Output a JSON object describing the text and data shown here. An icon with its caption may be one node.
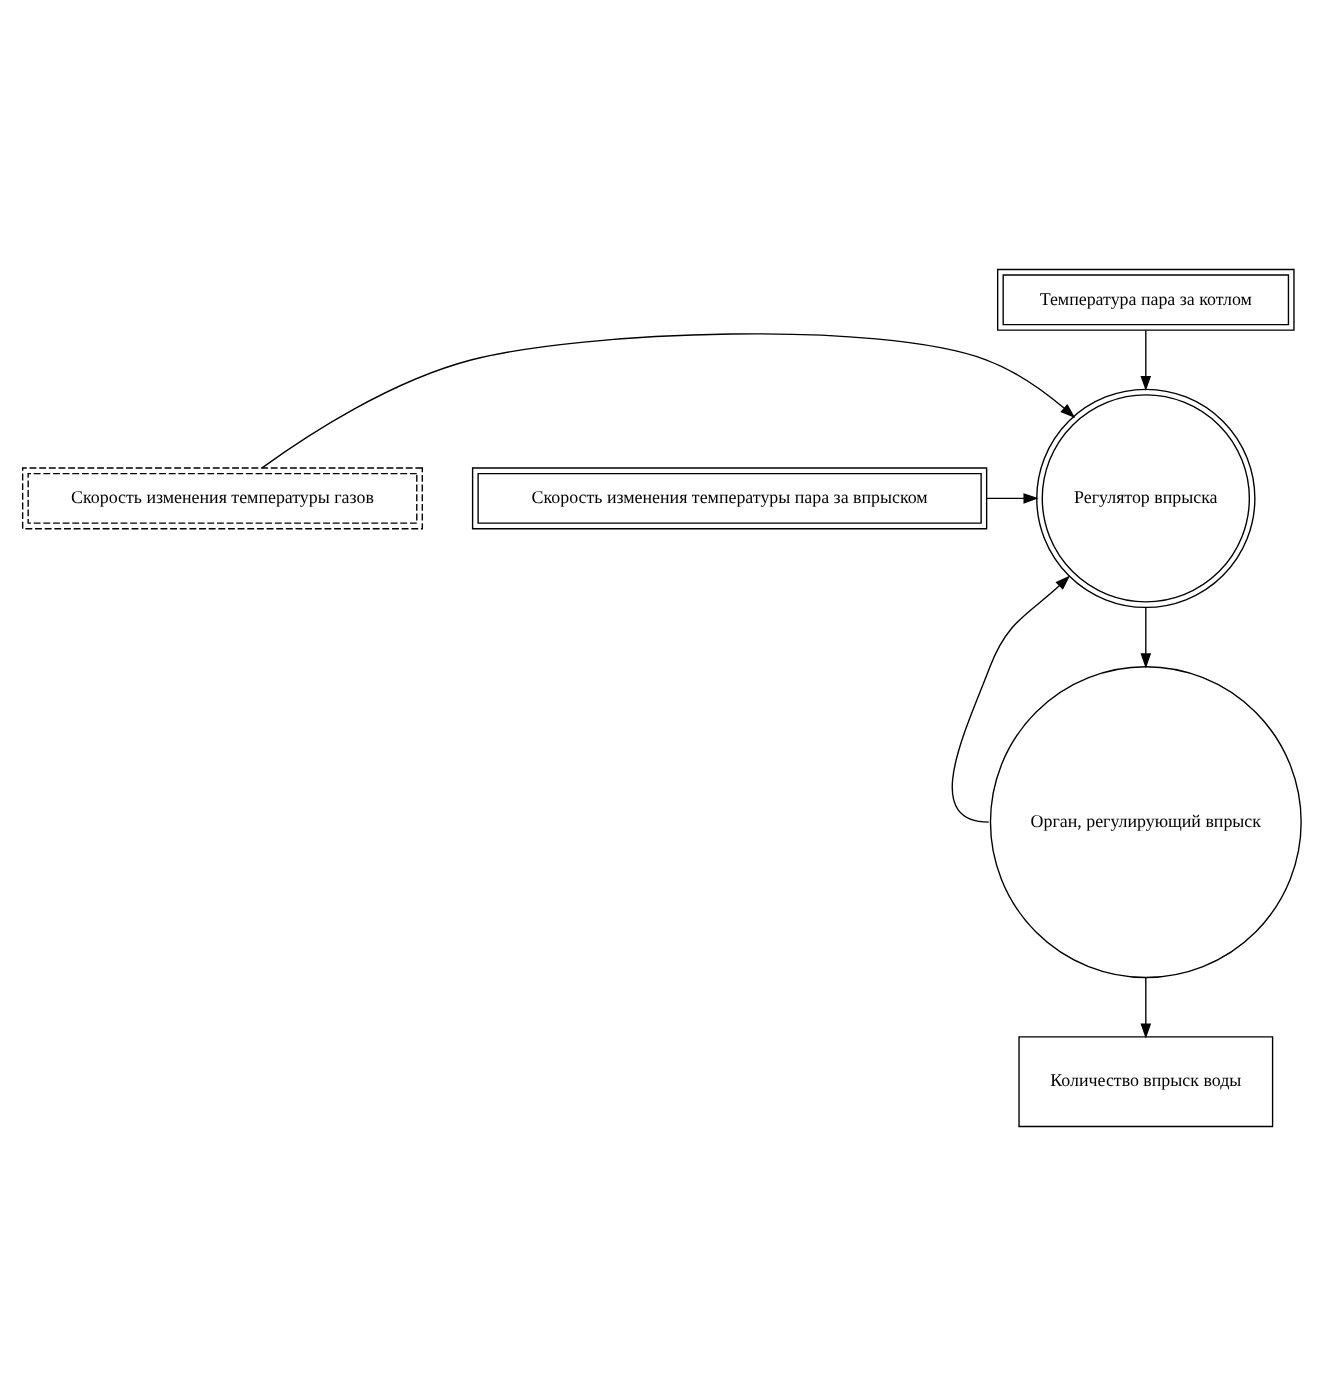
{
  "diagram": {
    "nodes": [
      {
        "text": [
          "Температура пара за котлом"
        ]
      },
      {
        "text": [
          "Скорость изменения температуры газов"
        ]
      },
      {
        "text": [
          "Регулятор впрыска"
        ]
      },
      {
        "text": [
          "Скорость изменения температуры пара за впрыском"
        ]
      },
      {
        "text": [
          "Орган, регулирующий впрыск"
        ]
      },
      {
        "text": [
          "Количество впрыск воды"
        ]
      }
    ],
    "edges": [
      {
        "from": 0,
        "to": 2,
        "arrow": "to"
      },
      {
        "from": 1,
        "to": 2,
        "arrow": "to"
      },
      {
        "from": 3,
        "to": 2,
        "arrow": "to"
      },
      {
        "from": 2,
        "to": 4,
        "arrow": "to"
      },
      {
        "from": 4,
        "to": 2,
        "arrow": "to"
      },
      {
        "from": 4,
        "to": 5,
        "arrow": "to"
      }
    ]
  }
}
